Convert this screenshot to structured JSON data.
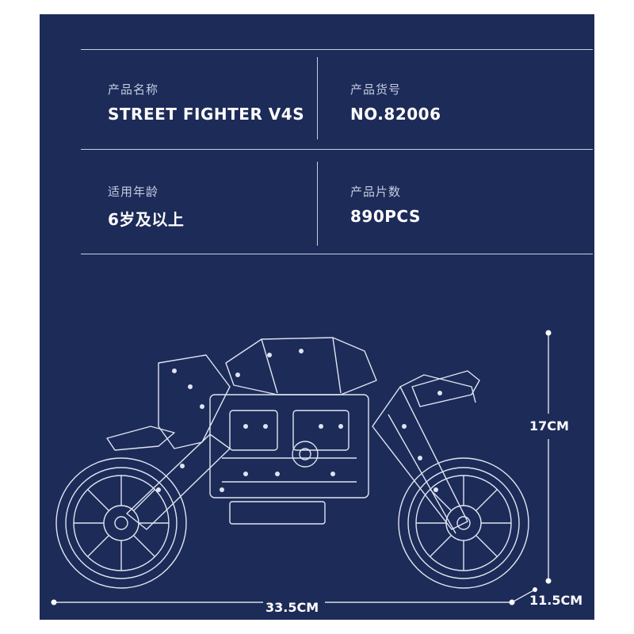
{
  "specs": {
    "name_label": "产品名称",
    "name_value": "STREET FIGHTER V4S",
    "number_label": "产品货号",
    "number_value": "NO.82006",
    "age_label": "适用年龄",
    "age_value": "6岁及以上",
    "pieces_label": "产品片数",
    "pieces_value": "890PCS"
  },
  "dimensions": {
    "length": "33.5CM",
    "height": "17CM",
    "width": "11.5CM"
  },
  "colors": {
    "background": "#1d2b58",
    "line": "#c9cfe2",
    "text": "#ffffff"
  }
}
